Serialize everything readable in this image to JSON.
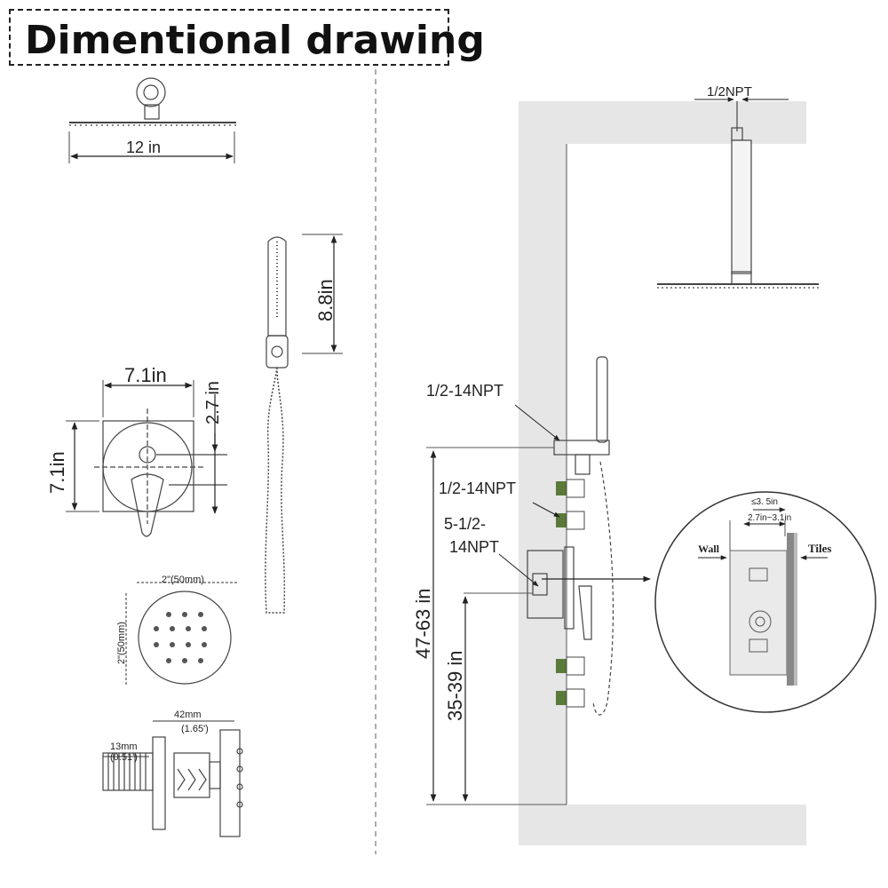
{
  "title": "Dimentional drawing",
  "labels": {
    "head_width": "12 in",
    "handheld_length": "8.8in",
    "valve_width": "7.1in",
    "valve_height": "7.1in",
    "valve_offset": "2.7 in",
    "jet_width": "2\"(50mm)",
    "jet_height": "2\"(50mm)",
    "jet_depth_mm": "42mm",
    "jet_depth_in": "(1.65')",
    "thread_mm": "13mm",
    "thread_in": "(0.51')",
    "arm_thread": "1/2NPT",
    "elbow_thread": "1/2-14NPT",
    "jet_thread": "1/2-14NPT",
    "valve_thread_1": "5-1/2-",
    "valve_thread_2": "14NPT",
    "elbow_height": "47-63 in",
    "valve_height_floor": "35-39 in",
    "detail_max": "≤3. 5in",
    "detail_range": "2.7in~3.1in",
    "detail_wall": "Wall",
    "detail_tiles": "Tiles"
  },
  "colors": {
    "line": "#333333",
    "wall": "#e6e6e6",
    "fitting_green": "#5a7a3a"
  }
}
